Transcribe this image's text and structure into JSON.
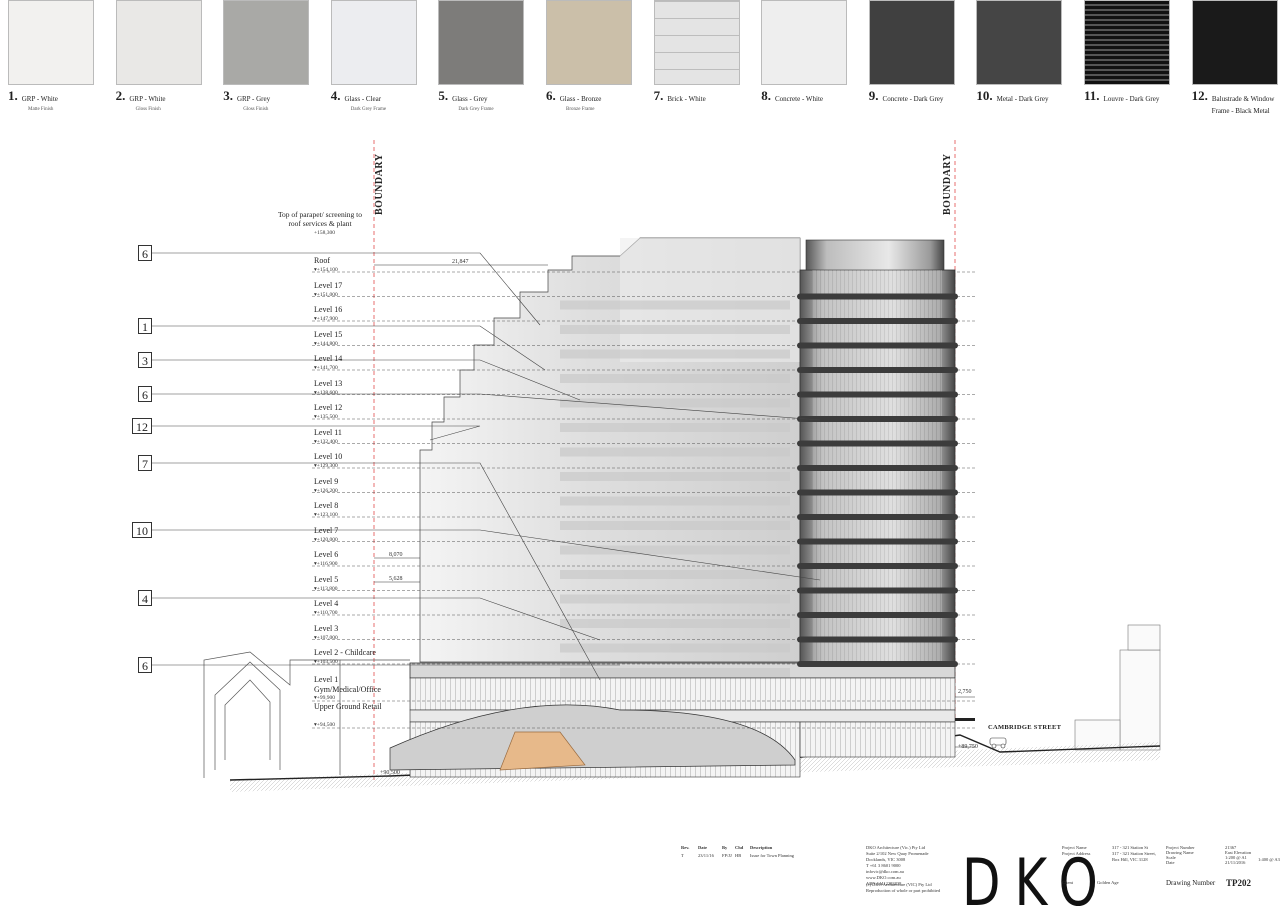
{
  "swatches": [
    {
      "num": "1.",
      "name": "GRP - White",
      "sub": "Matte Finish",
      "color": "#f2f1ef"
    },
    {
      "num": "2.",
      "name": "GRP - White",
      "sub": "Gloss Finish",
      "color": "#e9e8e6"
    },
    {
      "num": "3.",
      "name": "GRP - Grey",
      "sub": "Gloss Finish",
      "color": "#a9a9a6"
    },
    {
      "num": "4.",
      "name": "Glass - Clear",
      "sub": "Dark Grey Frame",
      "color": "#ecedf0"
    },
    {
      "num": "5.",
      "name": "Glass - Grey",
      "sub": "Dark Grey Frame",
      "color": "#7d7c7a"
    },
    {
      "num": "6.",
      "name": "Glass - Bronze",
      "sub": "Bronze Frame",
      "color": "#cbbfa9"
    },
    {
      "num": "7.",
      "name": "Brick - White",
      "sub": "",
      "color": "#e4e4e4"
    },
    {
      "num": "8.",
      "name": "Concrete - White",
      "sub": "",
      "color": "#eeeeee"
    },
    {
      "num": "9.",
      "name": "Concrete - Dark Grey",
      "sub": "",
      "color": "#404040"
    },
    {
      "num": "10.",
      "name": "Metal - Dark Grey",
      "sub": "",
      "color": "#454545"
    },
    {
      "num": "11.",
      "name": "Louvre - Dark Grey",
      "sub": "",
      "color": "#1e1e1e"
    },
    {
      "num": "12.",
      "name": "Balustrade & Window",
      "sub": "Frame - Black Metal",
      "color": "#1a1a1a"
    }
  ],
  "boundary_label": "BOUNDARY",
  "parapet_note": "Top of parapet/ screening to roof services & plant",
  "parapet_rl": "+158,300",
  "levels": [
    {
      "name": "Roof",
      "rl": "+154,100"
    },
    {
      "name": "Level 17",
      "rl": "+151,000"
    },
    {
      "name": "Level 16",
      "rl": "+147,900"
    },
    {
      "name": "Level 15",
      "rl": "+144,800"
    },
    {
      "name": "Level 14",
      "rl": "+141,700"
    },
    {
      "name": "Level 13",
      "rl": "+138,600"
    },
    {
      "name": "Level 12",
      "rl": "+135,500"
    },
    {
      "name": "Level 11",
      "rl": "+132,400"
    },
    {
      "name": "Level 10",
      "rl": "+129,300"
    },
    {
      "name": "Level 9",
      "rl": "+126,200"
    },
    {
      "name": "Level 8",
      "rl": "+123,100"
    },
    {
      "name": "Level 7",
      "rl": "+120,000"
    },
    {
      "name": "Level 6",
      "rl": "+116,900"
    },
    {
      "name": "Level 5",
      "rl": "+113,800"
    },
    {
      "name": "Level 4",
      "rl": "+110,700"
    },
    {
      "name": "Level 3",
      "rl": "+107,000"
    },
    {
      "name": "Level 2 - Childcare",
      "rl": "+103,500"
    },
    {
      "name": "Level 1 Gym/Medical/Office",
      "rl": "+99,900"
    },
    {
      "name": "Upper Ground Retail",
      "rl": "+94,500"
    }
  ],
  "ground_rl": "+90,500",
  "tags": [
    "6",
    "1",
    "3",
    "6",
    "12",
    "7",
    "10",
    "4",
    "6"
  ],
  "dims": {
    "roof_setback": "21,847",
    "l6_setback": "8,070",
    "l5_setback": "5,628",
    "street_height": "2,750",
    "street_rl": "+89,750"
  },
  "street_name": "CAMBRIDGE STREET",
  "title_block": {
    "rev_header": [
      "Rev.",
      "Date",
      "By",
      "Chd",
      "Description"
    ],
    "rev_row": [
      "T",
      "23/11/16",
      "FP/JJ",
      "HB",
      "Issue for Town Planning"
    ],
    "company": [
      "DKO Architecture (Vic.) Pty Ltd",
      "Suite 2/102 New Quay Promenade",
      "Docklands, VIC 3008",
      "T +61 3 8601 9000",
      "infovic@dko.com.au",
      "www.DKO.com.au",
      "ABN 64412283838"
    ],
    "copyright": [
      "(c) DKO Architecture (VIC) Pty Ltd",
      "Reproduction of whole or part prohibited"
    ],
    "project_name_label": "Project Name",
    "project_address_label": "Project Address",
    "project_name": "317 - 321 Station St",
    "project_address": "317 - 321 Station Street, Box Hill, VIC 3128",
    "client_label": "Client",
    "client": "Golden Age",
    "meta_labels": [
      "Project Number",
      "Drawing Name",
      "Scale",
      "Date"
    ],
    "meta_values": [
      "21367",
      "East Elevation",
      "1:200 @ A1",
      "21/11/2016"
    ],
    "meta_extra": "1:400 @ A3",
    "drawing_number_label": "Drawing Number",
    "drawing_number": "TP202",
    "logo": "DKO"
  }
}
